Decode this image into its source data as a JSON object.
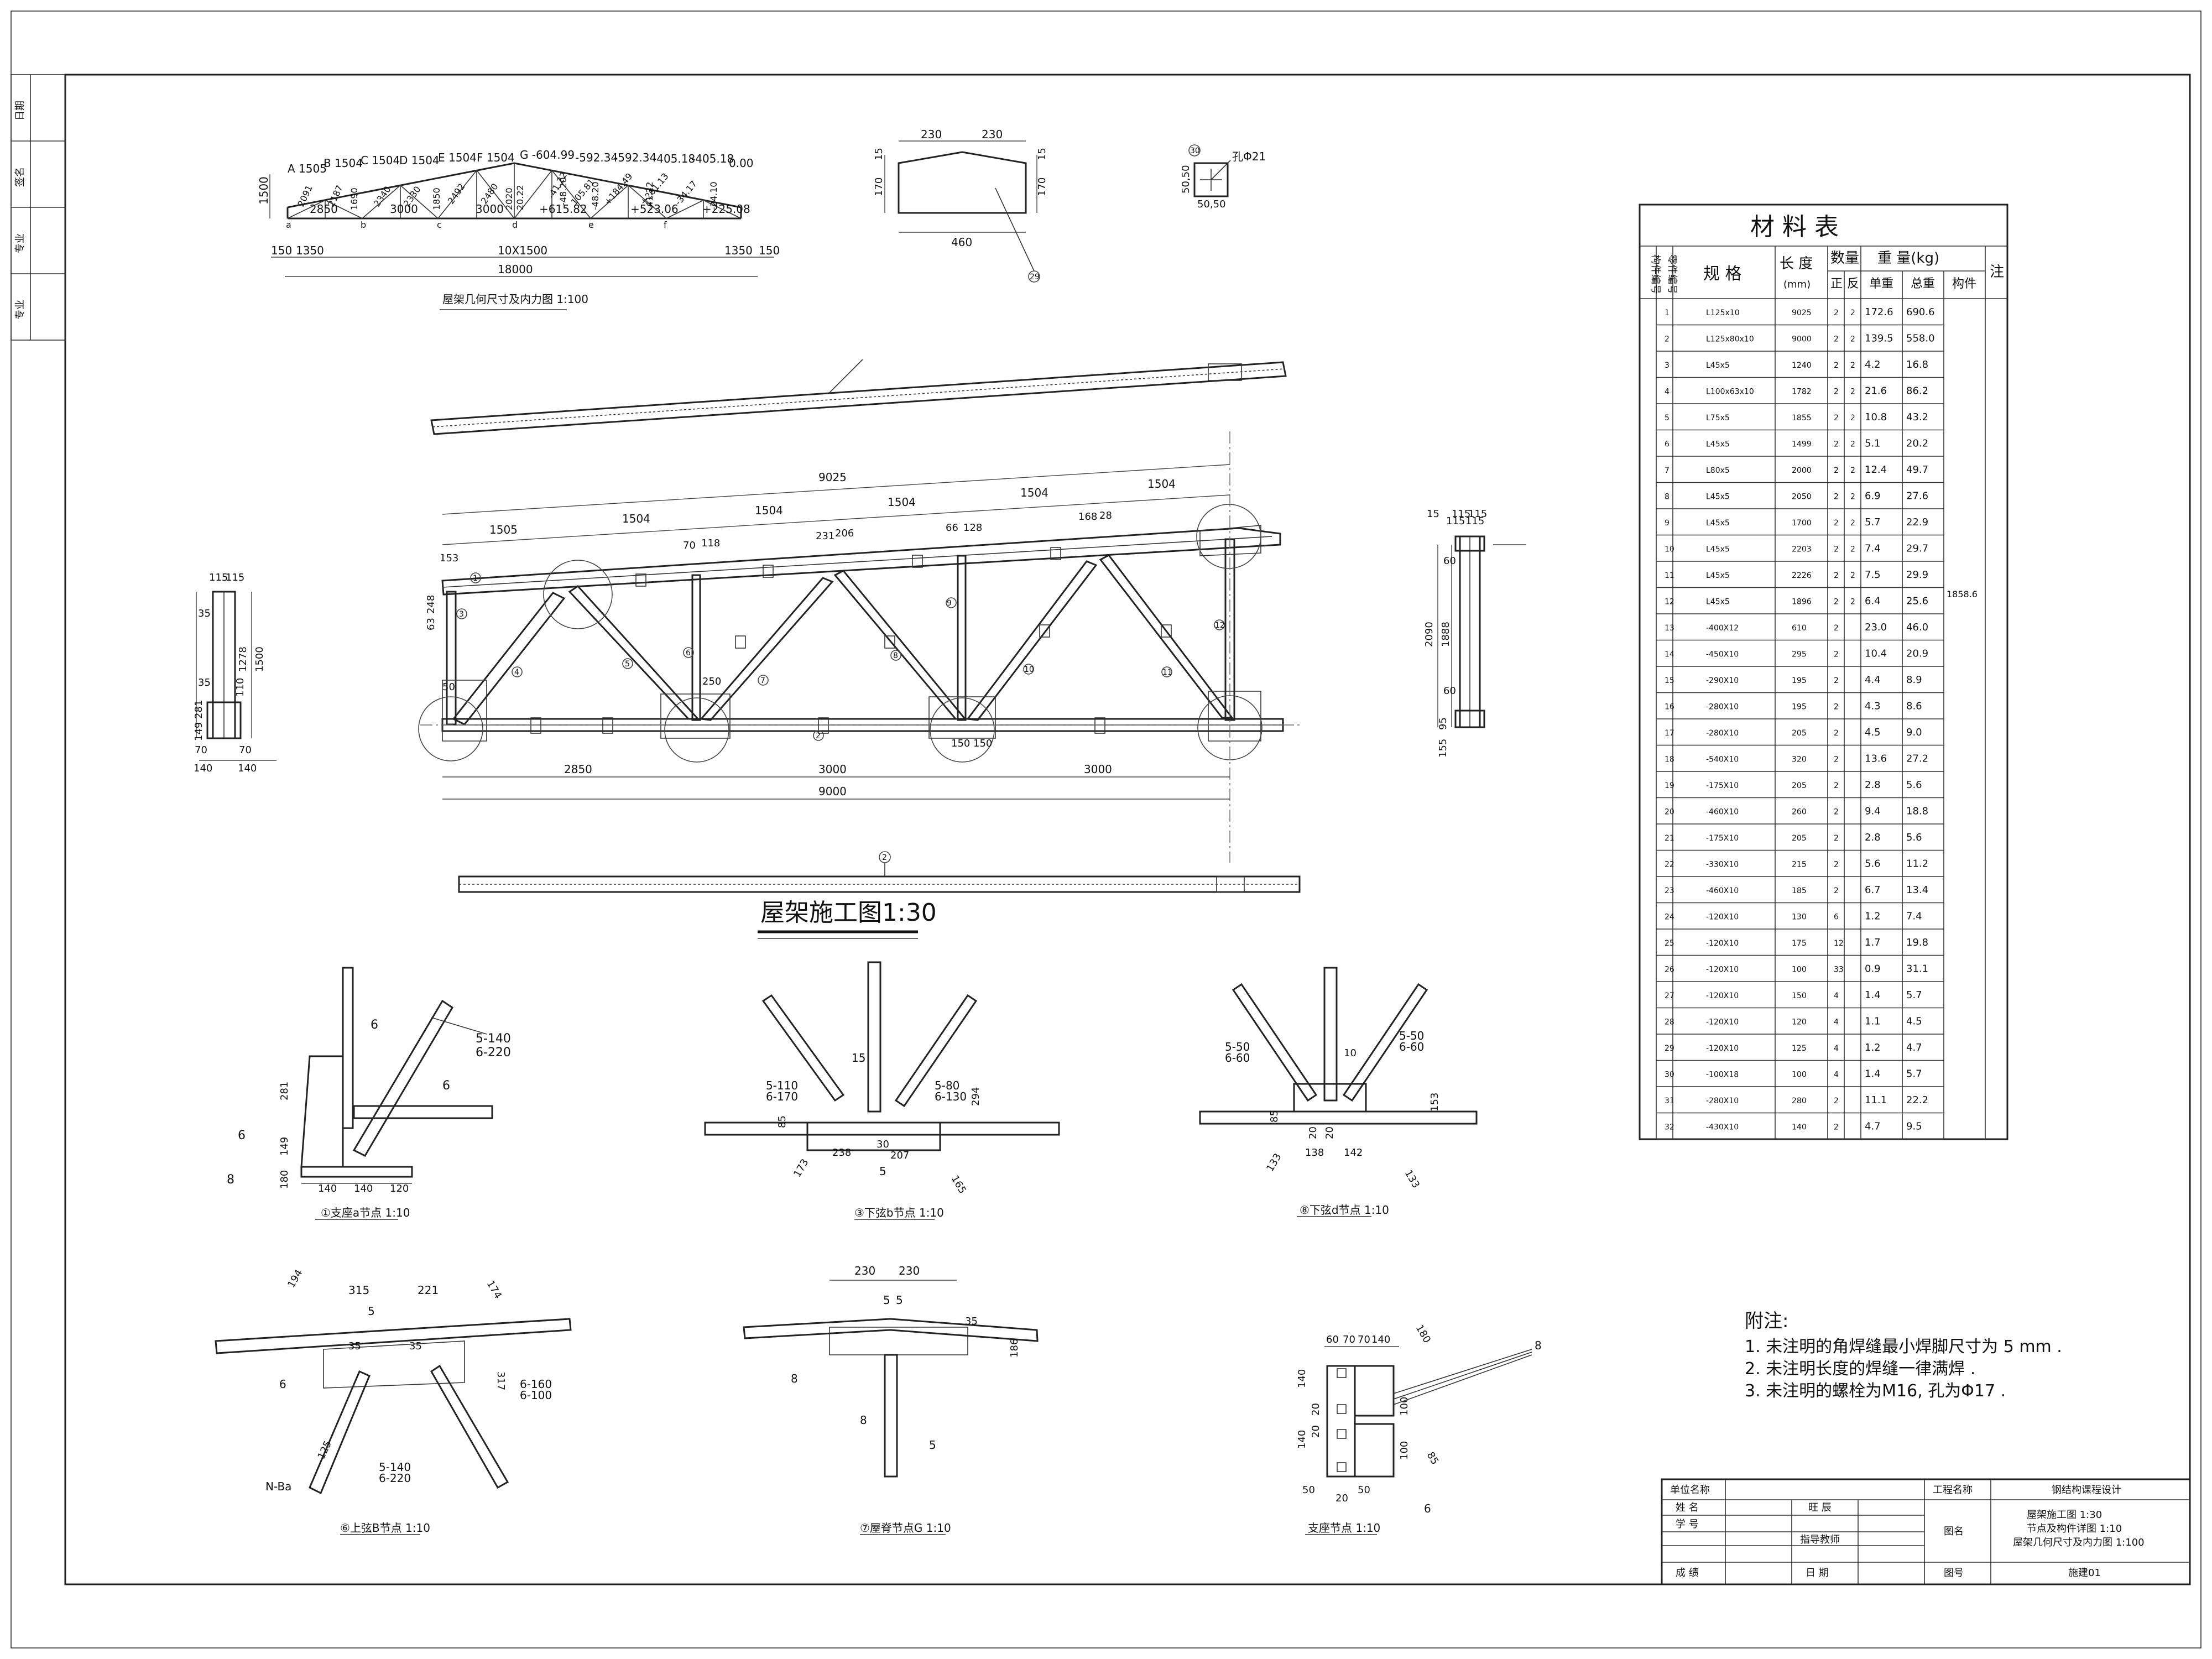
{
  "main_title": "屋架施工图1:30",
  "scheme": {
    "caption": "屋架几何尺寸及内力图 1:100",
    "top_labels": [
      "A 1505",
      "B 1504",
      "C 1504",
      "D 1504",
      "E 1504",
      "F 1504",
      "G -604.99",
      "-592.34",
      "-592.34",
      "-405.18",
      "-405.18",
      "0.00"
    ],
    "diag_labels": [
      "2091",
      "2187",
      "1690",
      "2340",
      "2330",
      "1850",
      "2492",
      "2480",
      "2020",
      "20.22",
      "-41.22",
      "-48.20",
      "105.81",
      "-48.20",
      "+184.49",
      "+261.13",
      "-41.22",
      "-34.17",
      "-24.10"
    ],
    "bottom_labels": [
      "2850",
      "3000",
      "3000",
      "+615.82",
      "+523.06",
      "+225.08"
    ],
    "node_labels": [
      "a",
      "b",
      "c",
      "d",
      "e",
      "f"
    ],
    "left_height": "1500",
    "dims": [
      "150",
      "1350",
      "10X1500",
      "1350",
      "150",
      "18000"
    ]
  },
  "plate": {
    "dims": [
      "230",
      "230",
      "460",
      "15",
      "170",
      "15",
      "170"
    ],
    "mark": "29"
  },
  "hole": {
    "dims": [
      "50,50",
      "50,50"
    ],
    "label": "孔Φ21",
    "mark": "30"
  },
  "elevation": {
    "top_total": "9025",
    "top_panels": [
      "1505",
      "1504",
      "1504",
      "1504",
      "1504",
      "1504"
    ],
    "bottom_total": "9000",
    "bottom_panels": [
      "2850",
      "3000",
      "3000"
    ],
    "marks_top": [
      "1",
      "2",
      "3",
      "4",
      "5",
      "6",
      "7",
      "8",
      "9",
      "10",
      "11",
      "12"
    ],
    "local_dims": [
      "70",
      "118",
      "66",
      "128",
      "231",
      "206",
      "168",
      "28",
      "153",
      "248",
      "63",
      "150",
      "150",
      "50",
      "250",
      "115",
      "115"
    ],
    "left_view_dims": [
      "115",
      "115",
      "35",
      "35",
      "1278",
      "1500",
      "110",
      "281",
      "149",
      "70",
      "70",
      "140",
      "140"
    ],
    "right_view_dims": [
      "15",
      "115",
      "115",
      "60",
      "2090",
      "1888",
      "60",
      "95",
      "155"
    ],
    "bottom_chord_mark": "2"
  },
  "details": [
    {
      "caption": "①支座a节点 1:10",
      "labels": [
        "6",
        "5-140",
        "6-220",
        "6",
        "6",
        "8",
        "281",
        "149",
        "180",
        "140",
        "140",
        "120"
      ]
    },
    {
      "caption": "③下弦b节点 1:10",
      "labels": [
        "15",
        "5-110",
        "6-170",
        "5-80",
        "6-130",
        "294",
        "85",
        "238",
        "30",
        "207",
        "173",
        "165",
        "5"
      ]
    },
    {
      "caption": "⑧下弦d节点 1:10",
      "labels": [
        "5-50",
        "6-60",
        "5-50",
        "6-60",
        "10",
        "85",
        "138",
        "142",
        "133",
        "133",
        "20",
        "20",
        "153"
      ]
    },
    {
      "caption": "⑥上弦B节点 1:10",
      "labels": [
        "194",
        "315",
        "221",
        "174",
        "5",
        "6",
        "317",
        "6-160",
        "6-100",
        "5-140",
        "6-220",
        "N-Ba",
        "35",
        "35",
        "125"
      ]
    },
    {
      "caption": "⑦屋脊节点G 1:10",
      "labels": [
        "230",
        "230",
        "5",
        "5",
        "8",
        "8",
        "5",
        "35",
        "186"
      ]
    },
    {
      "caption": "支座节点 1:10",
      "labels": [
        "60",
        "70",
        "70",
        "140",
        "180",
        "8",
        "140",
        "140",
        "20",
        "20",
        "100",
        "100",
        "50",
        "20",
        "50",
        "85",
        "6"
      ]
    }
  ],
  "material_table": {
    "title": "材  料  表",
    "headers": {
      "member_no": "构件编号",
      "part_no": "零件编号",
      "spec": "规  格",
      "length": "长 度",
      "length_unit": "(mm)",
      "qty": "数量",
      "qty_pos": "正",
      "qty_neg": "反",
      "weight": "重  量(kg)",
      "unit_w": "单重",
      "total_w": "总重",
      "member_w": "构件",
      "note": "注"
    },
    "member_total": "1858.6",
    "rows": [
      [
        "1",
        "L125x10",
        "9025",
        "2",
        "2",
        "172.6",
        "690.6"
      ],
      [
        "2",
        "L125x80x10",
        "9000",
        "2",
        "2",
        "139.5",
        "558.0"
      ],
      [
        "3",
        "L45x5",
        "1240",
        "2",
        "2",
        "4.2",
        "16.8"
      ],
      [
        "4",
        "L100x63x10",
        "1782",
        "2",
        "2",
        "21.6",
        "86.2"
      ],
      [
        "5",
        "L75x5",
        "1855",
        "2",
        "2",
        "10.8",
        "43.2"
      ],
      [
        "6",
        "L45x5",
        "1499",
        "2",
        "2",
        "5.1",
        "20.2"
      ],
      [
        "7",
        "L80x5",
        "2000",
        "2",
        "2",
        "12.4",
        "49.7"
      ],
      [
        "8",
        "L45x5",
        "2050",
        "2",
        "2",
        "6.9",
        "27.6"
      ],
      [
        "9",
        "L45x5",
        "1700",
        "2",
        "2",
        "5.7",
        "22.9"
      ],
      [
        "10",
        "L45x5",
        "2203",
        "2",
        "2",
        "7.4",
        "29.7"
      ],
      [
        "11",
        "L45x5",
        "2226",
        "2",
        "2",
        "7.5",
        "29.9"
      ],
      [
        "12",
        "L45x5",
        "1896",
        "2",
        "2",
        "6.4",
        "25.6"
      ],
      [
        "13",
        "-400X12",
        "610",
        "2",
        "",
        "23.0",
        "46.0"
      ],
      [
        "14",
        "-450X10",
        "295",
        "2",
        "",
        "10.4",
        "20.9"
      ],
      [
        "15",
        "-290X10",
        "195",
        "2",
        "",
        "4.4",
        "8.9"
      ],
      [
        "16",
        "-280X10",
        "195",
        "2",
        "",
        "4.3",
        "8.6"
      ],
      [
        "17",
        "-280X10",
        "205",
        "2",
        "",
        "4.5",
        "9.0"
      ],
      [
        "18",
        "-540X10",
        "320",
        "2",
        "",
        "13.6",
        "27.2"
      ],
      [
        "19",
        "-175X10",
        "205",
        "2",
        "",
        "2.8",
        "5.6"
      ],
      [
        "20",
        "-460X10",
        "260",
        "2",
        "",
        "9.4",
        "18.8"
      ],
      [
        "21",
        "-175X10",
        "205",
        "2",
        "",
        "2.8",
        "5.6"
      ],
      [
        "22",
        "-330X10",
        "215",
        "2",
        "",
        "5.6",
        "11.2"
      ],
      [
        "23",
        "-460X10",
        "185",
        "2",
        "",
        "6.7",
        "13.4"
      ],
      [
        "24",
        "-120X10",
        "130",
        "6",
        "",
        "1.2",
        "7.4"
      ],
      [
        "25",
        "-120X10",
        "175",
        "12",
        "",
        "1.7",
        "19.8"
      ],
      [
        "26",
        "-120X10",
        "100",
        "33",
        "",
        "0.9",
        "31.1"
      ],
      [
        "27",
        "-120X10",
        "150",
        "4",
        "",
        "1.4",
        "5.7"
      ],
      [
        "28",
        "-120X10",
        "120",
        "4",
        "",
        "1.1",
        "4.5"
      ],
      [
        "29",
        "-120X10",
        "125",
        "4",
        "",
        "1.2",
        "4.7"
      ],
      [
        "30",
        "-100X18",
        "100",
        "4",
        "",
        "1.4",
        "5.7"
      ],
      [
        "31",
        "-280X10",
        "280",
        "2",
        "",
        "11.1",
        "22.2"
      ],
      [
        "32",
        "-430X10",
        "140",
        "2",
        "",
        "4.7",
        "9.5"
      ]
    ]
  },
  "notes": {
    "title": "附注:",
    "items": [
      "1. 未注明的角焊缝最小焊脚尺寸为 5 mm .",
      "2. 未注明长度的焊缝一律满焊 .",
      "3. 未注明的螺栓为M16, 孔为Φ17 ."
    ]
  },
  "title_block": {
    "unit_label": "单位名称",
    "project_label": "工程名称",
    "project_value": "钢结构课程设计",
    "name_label": "姓  名",
    "name_value": "旺 辰",
    "drawing_label": "图名",
    "drawing_lines": [
      "屋架施工图 1:30",
      "节点及构件详图 1:10",
      "屋架几何尺寸及内力图 1:100"
    ],
    "student_label": "学  号",
    "advisor_label": "指导教师",
    "grade_label": "成  绩",
    "date_label": "日  期",
    "drawing_no_label": "图号",
    "drawing_no_value": "施建01"
  },
  "side_strip": [
    "日期",
    "签名",
    "专业",
    "专业"
  ]
}
